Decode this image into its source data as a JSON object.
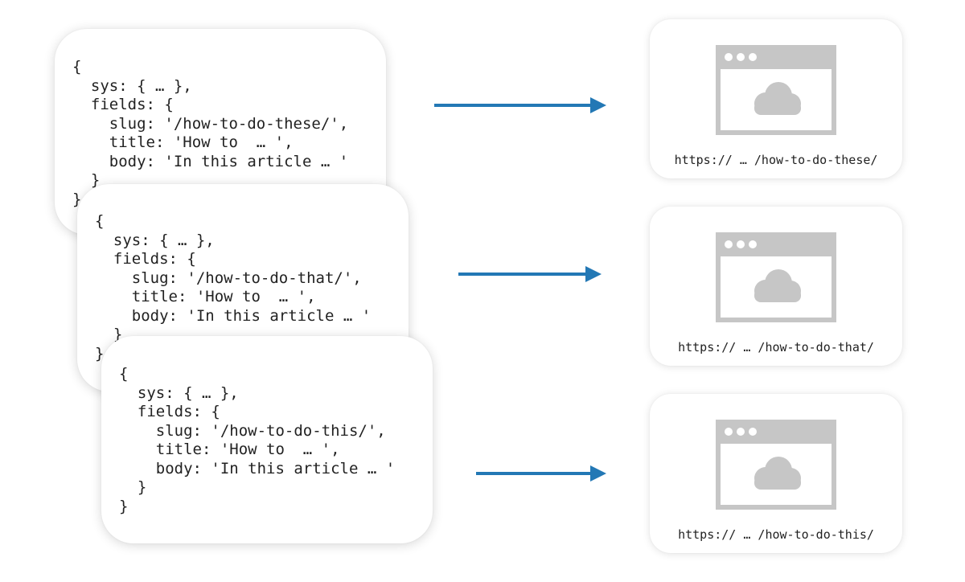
{
  "entries": [
    {
      "code": "{\n  sys: { … },\n  fields: {\n    slug: '/how-to-do-these/',\n    title: 'How to  … ',\n    body: 'In this article … '\n  }\n}",
      "url": "https:// … /how-to-do-these/"
    },
    {
      "code": "{\n  sys: { … },\n  fields: {\n    slug: '/how-to-do-that/',\n    title: 'How to  … ',\n    body: 'In this article … '\n  }\n}",
      "url": "https:// … /how-to-do-that/"
    },
    {
      "code": "{\n  sys: { … },\n  fields: {\n    slug: '/how-to-do-this/',\n    title: 'How to  … ',\n    body: 'In this article … '\n  }\n}",
      "url": "https:// … /how-to-do-this/"
    }
  ],
  "icons": {
    "browser": "browser-window-icon",
    "cloud": "cloud-icon",
    "arrow": "arrow-right-icon"
  },
  "colors": {
    "arrow": "#2378b5",
    "icon_gray": "#c6c6c6",
    "text": "#222222"
  }
}
